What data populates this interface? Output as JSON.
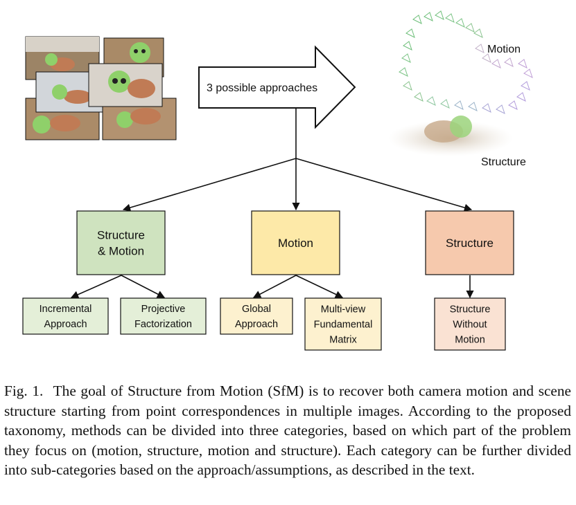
{
  "diagram": {
    "approaches_label": "3 possible approaches",
    "reconstruction_labels": {
      "motion": "Motion",
      "structure": "Structure"
    },
    "categories": [
      {
        "id": "structure-motion",
        "lines": [
          "Structure",
          "& Motion"
        ],
        "fill": "#cfe3bf",
        "sub_fill": "#e4efd8",
        "subcategories": [
          {
            "lines": [
              "Incremental",
              "Approach"
            ]
          },
          {
            "lines": [
              "Projective",
              "Factorization"
            ]
          }
        ]
      },
      {
        "id": "motion",
        "lines": [
          "Motion"
        ],
        "fill": "#fde9a8",
        "sub_fill": "#fdf1cf",
        "subcategories": [
          {
            "lines": [
              "Global",
              "Approach"
            ]
          },
          {
            "lines": [
              "Multi-view",
              "Fundamental",
              "Matrix"
            ]
          }
        ]
      },
      {
        "id": "structure",
        "lines": [
          "Structure"
        ],
        "fill": "#f6c9ad",
        "sub_fill": "#fae2d3",
        "subcategories": [
          {
            "lines": [
              "Structure",
              "Without",
              "Motion"
            ]
          }
        ]
      }
    ]
  },
  "caption": {
    "figure_label": "Fig. 1.",
    "text": "The goal of Structure from Motion (SfM) is to recover both camera motion and scene structure starting from point correspondences in multiple images. According to the proposed taxonomy, methods can be divided into three categories, based on which part of the problem they focus on (motion, structure, motion and structure). Each category can be further divided into sub-categories based on the approach/assumptions, as described in the text."
  },
  "colors": {
    "stroke": "#111111",
    "turtle_green": "#8fd06a",
    "turtle_shell": "#c07b55",
    "floor": "#b28a5e"
  }
}
